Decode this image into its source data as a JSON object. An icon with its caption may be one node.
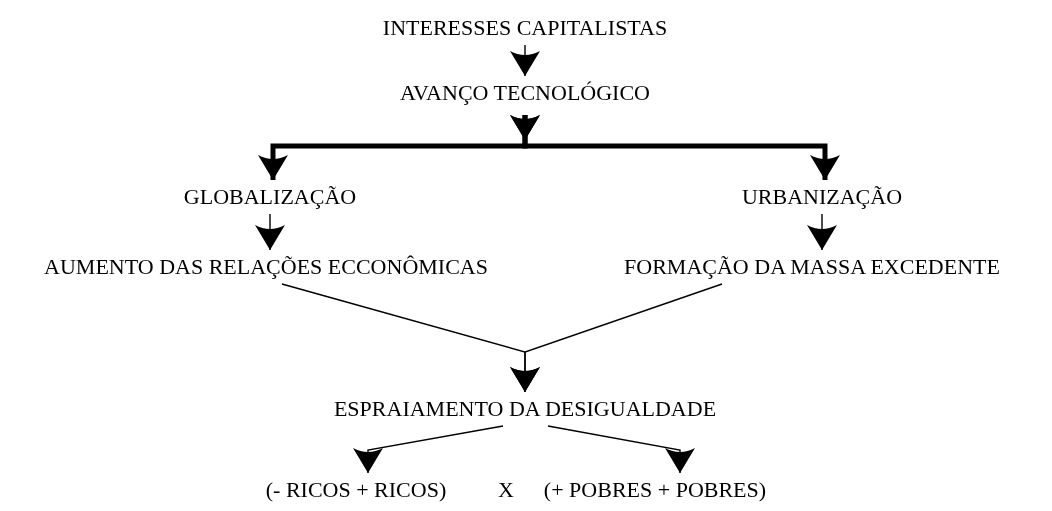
{
  "diagram": {
    "nodes": [
      {
        "text": [
          "INTERESSES CAPITALISTAS"
        ]
      },
      {
        "text": [
          "AVANÇO TECNOLÓGICO"
        ]
      },
      {
        "text": [
          "GLOBALIZAÇÃO"
        ]
      },
      {
        "text": [
          "URBANIZAÇÃO"
        ]
      },
      {
        "text": [
          "AUMENTO DAS RELAÇÕES ECCONÔMICAS"
        ]
      },
      {
        "text": [
          "FORMAÇÃO DA MASSA EXCEDENTE"
        ]
      },
      {
        "text": [
          "ESPRAIAMENTO DA DESIGUALDADE"
        ]
      },
      {
        "text": [
          "(- RICOS + RICOS)"
        ]
      },
      {
        "text": [
          "(+ POBRES + POBRES)"
        ]
      }
    ],
    "edges": [
      {
        "from": 0,
        "to": 1,
        "arrow": "to"
      },
      {
        "from": 1,
        "to": 2,
        "arrow": "to",
        "style": "thick"
      },
      {
        "from": 1,
        "to": 3,
        "arrow": "to",
        "style": "thick"
      },
      {
        "from": 2,
        "to": 4,
        "arrow": "to"
      },
      {
        "from": 3,
        "to": 5,
        "arrow": "to"
      },
      {
        "from": 4,
        "to": 6,
        "arrow": "to"
      },
      {
        "from": 5,
        "to": 6,
        "arrow": "to"
      },
      {
        "from": 6,
        "to": 7,
        "arrow": "to"
      },
      {
        "from": 6,
        "to": 8,
        "arrow": "to"
      }
    ],
    "labels": [
      "X"
    ]
  }
}
